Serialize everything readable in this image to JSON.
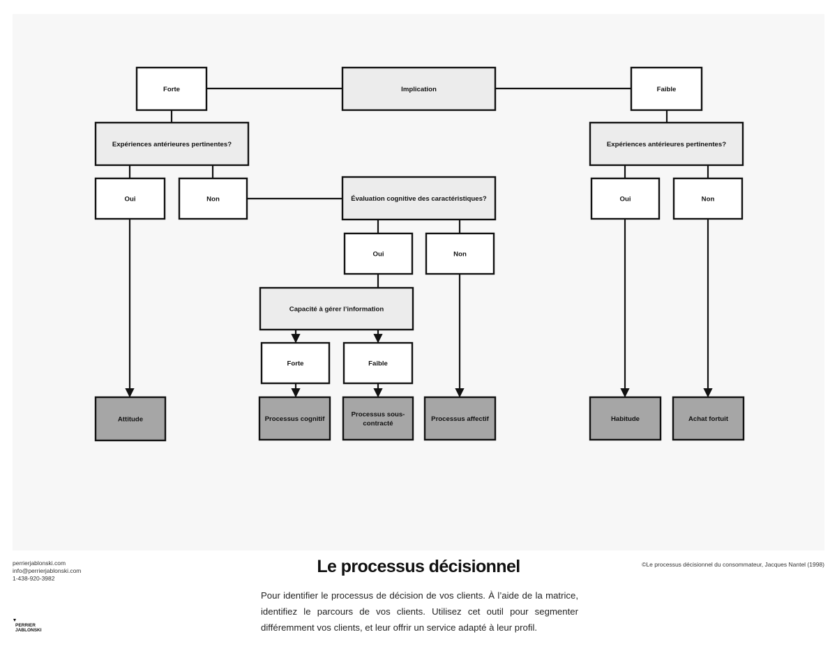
{
  "diagram": {
    "nodes": {
      "implication": "Implication",
      "forte_top": "Forte",
      "faible_top": "Faible",
      "exp_left": "Expériences antérieures pertinentes?",
      "exp_right": "Expériences antérieures pertinentes?",
      "oui_left": "Oui",
      "non_left": "Non",
      "evaluation": "Évaluation cognitive des caractéristiques?",
      "oui_eval": "Oui",
      "non_eval": "Non",
      "capacite": "Capacité à gérer l’information",
      "forte_cap": "Forte",
      "faible_cap": "Faible",
      "oui_right": "Oui",
      "non_right": "Non",
      "attitude": "Attitude",
      "proc_cognitif": "Processus cognitif",
      "proc_sous_1": "Processus sous-",
      "proc_sous_2": "contracté",
      "proc_affectif": "Processus affectif",
      "habitude": "Habitude",
      "achat": "Achat fortuit"
    },
    "colors": {
      "question_fill": "#ececec",
      "answer_fill": "#ffffff",
      "outcome_fill": "#a6a6a6",
      "stroke": "#111111"
    }
  },
  "footer": {
    "contact": [
      "perrierjablonski.com",
      "info@perrierjablonski.com",
      "1-438-920-3982"
    ],
    "credit": "©Le processus décisionnel du consommateur, Jacques Nantel (1998)",
    "title": "Le processus décisionnel",
    "description": "Pour identifier le processus de décision de vos clients. À l’aide de la matrice, identifiez le parcours de vos clients. Utilisez cet outil pour segmenter différemment vos clients, et leur offrir un service adapté à leur profil.",
    "logo_line1": "PERRIER",
    "logo_line2": "JABLONSKI"
  }
}
